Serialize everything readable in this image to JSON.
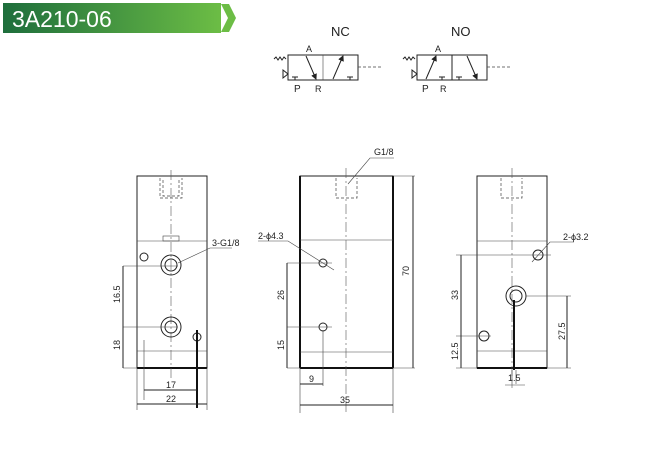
{
  "header": {
    "title": "3A210-06",
    "colors": {
      "start": "#1e6e3c",
      "end": "#6cbd45"
    }
  },
  "symbols": {
    "nc": {
      "title": "NC",
      "port_a": "A",
      "port_p": "P",
      "port_r": "R"
    },
    "no": {
      "title": "NO",
      "port_a": "A",
      "port_p": "P",
      "port_r": "R"
    }
  },
  "left_view": {
    "port_label": "3-G1/8",
    "dim_upper": "16.5",
    "dim_lower": "18",
    "dim_inner_width": "17",
    "dim_width": "22"
  },
  "middle_view": {
    "port_label": "G1/8",
    "hole_label": "2-ϕ4.3",
    "dim_height": "70",
    "dim_upper": "26",
    "dim_lower": "15",
    "dim_offset": "9",
    "dim_width": "35"
  },
  "right_view": {
    "hole_label": "2-ϕ3.2",
    "dim_upper": "33",
    "dim_lower": "12.5",
    "dim_port_height": "27.5",
    "dim_offset": "1.5"
  }
}
